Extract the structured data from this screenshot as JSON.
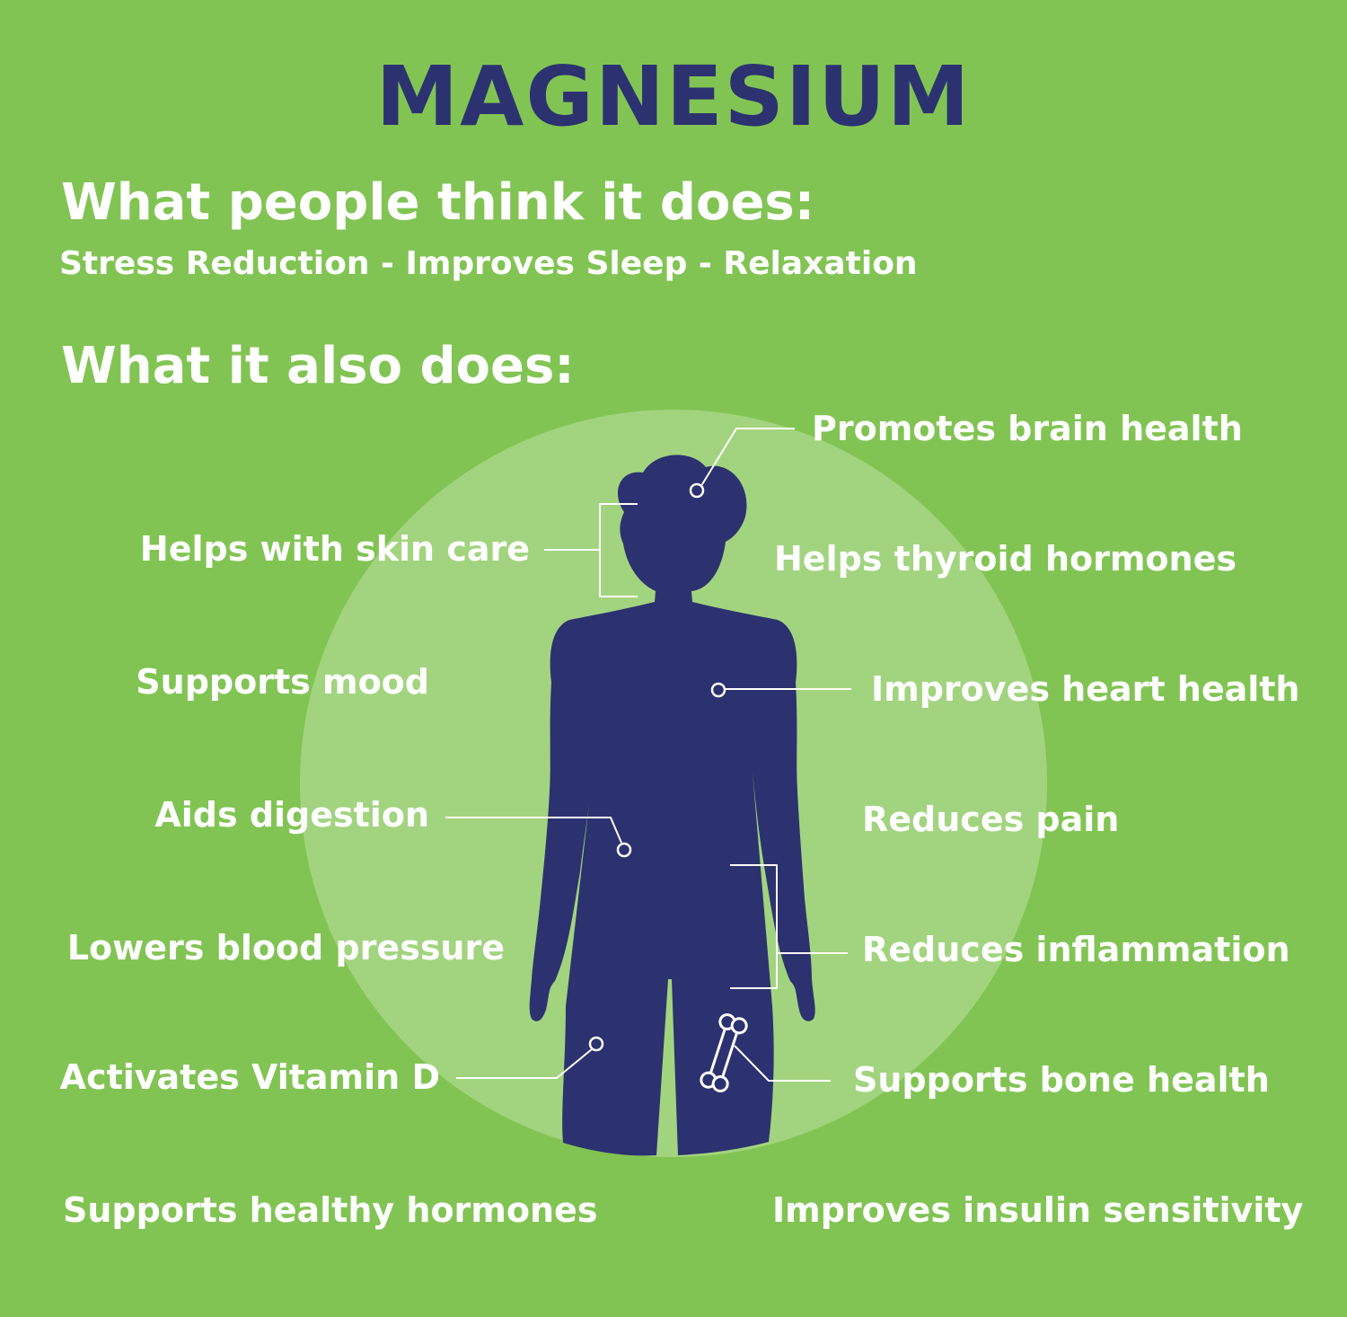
{
  "title": "MAGNESIUM",
  "sections": {
    "belief_heading": "What people think it does:",
    "belief_items": "Stress Reduction - Improves Sleep - Relaxation",
    "actual_heading": "What it also does:"
  },
  "left_benefits": {
    "skin": "Helps with skin care",
    "mood": "Supports mood",
    "digestion": "Aids digestion",
    "blood_pressure": "Lowers blood pressure",
    "vitamin_d": "Activates Vitamin D",
    "hormones": "Supports healthy hormones"
  },
  "right_benefits": {
    "brain": "Promotes brain health",
    "thyroid": "Helps thyroid hormones",
    "heart": "Improves heart health",
    "pain": "Reduces pain",
    "inflammation": "Reduces inflammation",
    "bone": "Supports bone health",
    "insulin": "Improves insulin sensitivity"
  },
  "icons": {
    "body": "human-silhouette-icon",
    "bone": "bone-icon",
    "markers": "target-ring-icon"
  },
  "colors": {
    "background": "#82c454",
    "halo": "#a2d47f",
    "navy": "#2c326f",
    "text": "#ffffff",
    "line": "#ffffff"
  }
}
